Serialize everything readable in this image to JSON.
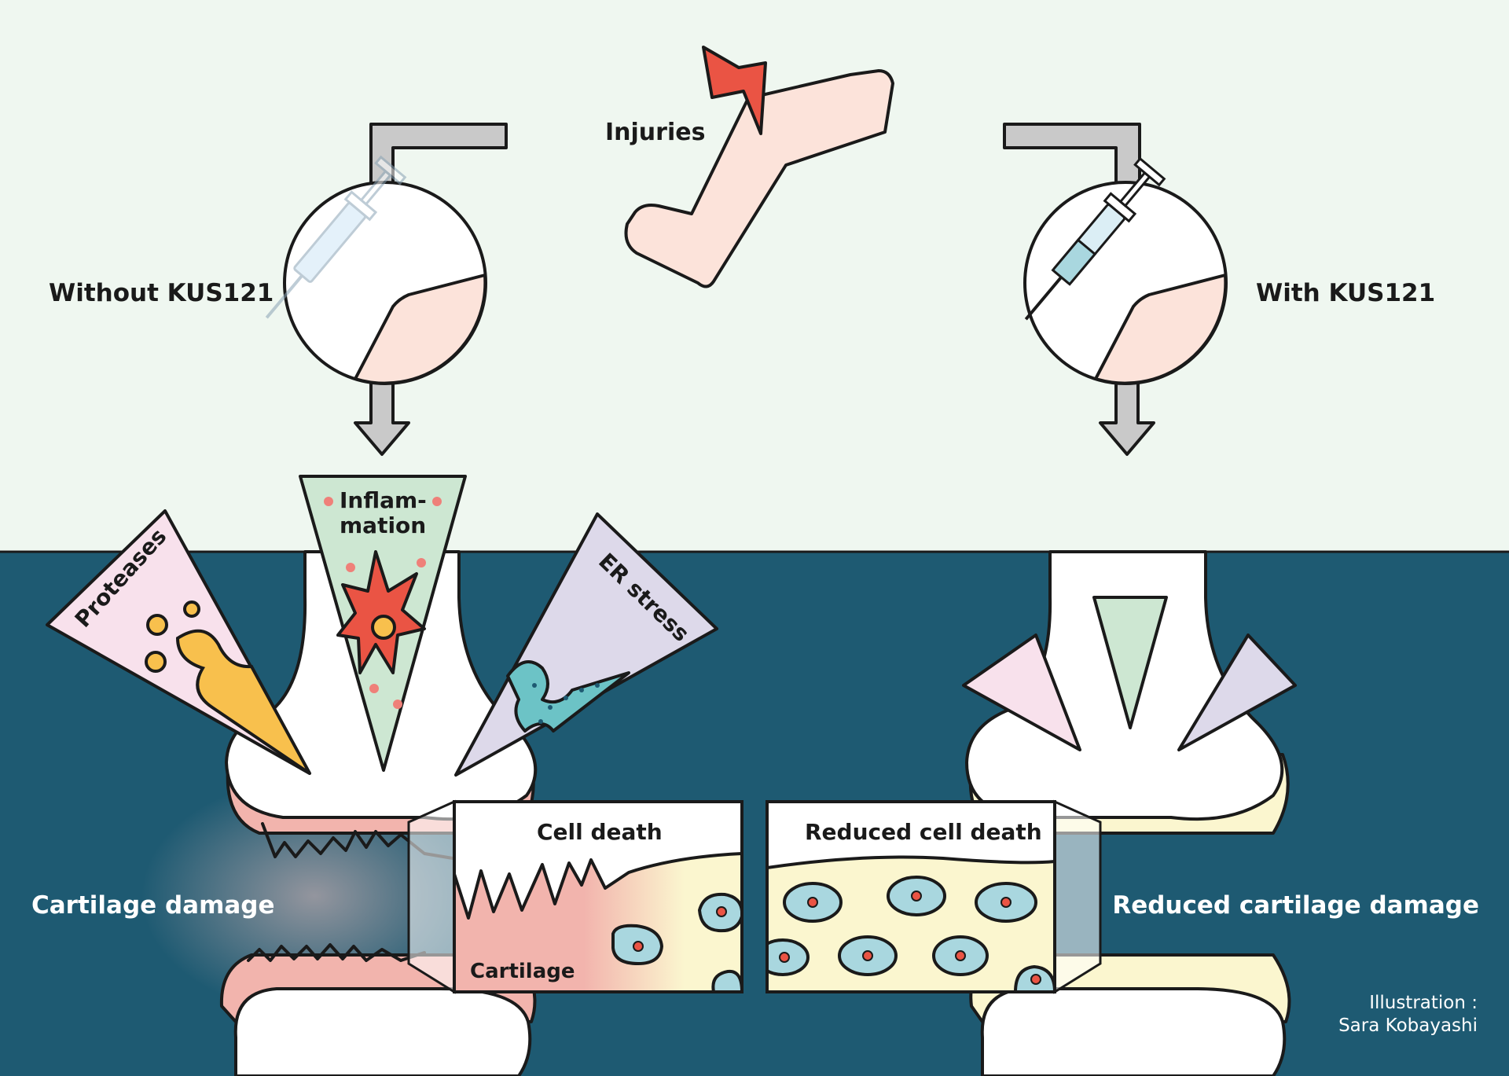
{
  "labels": {
    "injuries": "Injuries",
    "without": "Without KUS121",
    "with": "With KUS121",
    "proteases": "Proteases",
    "inflam_line1": "Inflam-",
    "inflam_line2": "mation",
    "er_stress": "ER stress",
    "cell_death": "Cell death",
    "reduced_cell_death": "Reduced cell death",
    "cartilage": "Cartilage",
    "cartilage_damage": "Cartilage damage",
    "reduced_cartilage_damage": "Reduced cartilage damage"
  },
  "credit": {
    "line1": "Illustration :",
    "line2": "Sara Kobayashi"
  },
  "colors": {
    "top_background": "#eff7f0",
    "bottom_background": "#1e5a72",
    "cartilage_pink": "#f2b4ad",
    "cartilage_yellow": "#fbf6cf",
    "cell_blue": "#a9d7df",
    "syringe_blue": "#cfe6f7",
    "skin": "#fce3da",
    "injury_red": "#ea5444",
    "protease_yellow": "#f8c04d",
    "inflammation_green": "#cde7d2",
    "er_lavender": "#ddd9ea",
    "er_teal": "#6cc3c6",
    "arrow_gray": "#c9c9c9"
  }
}
